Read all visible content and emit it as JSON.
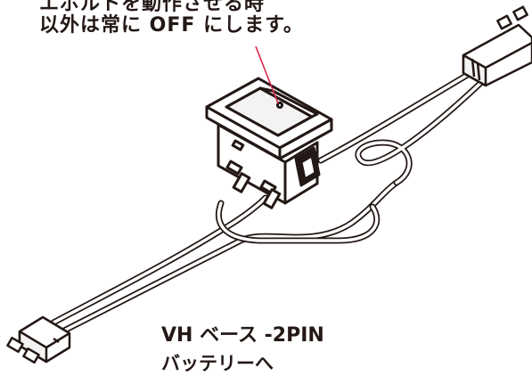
{
  "notes": {
    "line1": "エボルトを動作させる時",
    "line2": "以外は常に OFF にします。"
  },
  "labels": {
    "connector": "VH ベース -2PIN",
    "battery": "バッテリーへ"
  },
  "colors": {
    "ink": "#231815",
    "pointer": "#d7274a",
    "switch_top": "#f3f3f3",
    "switch_face": "#ffffff"
  }
}
